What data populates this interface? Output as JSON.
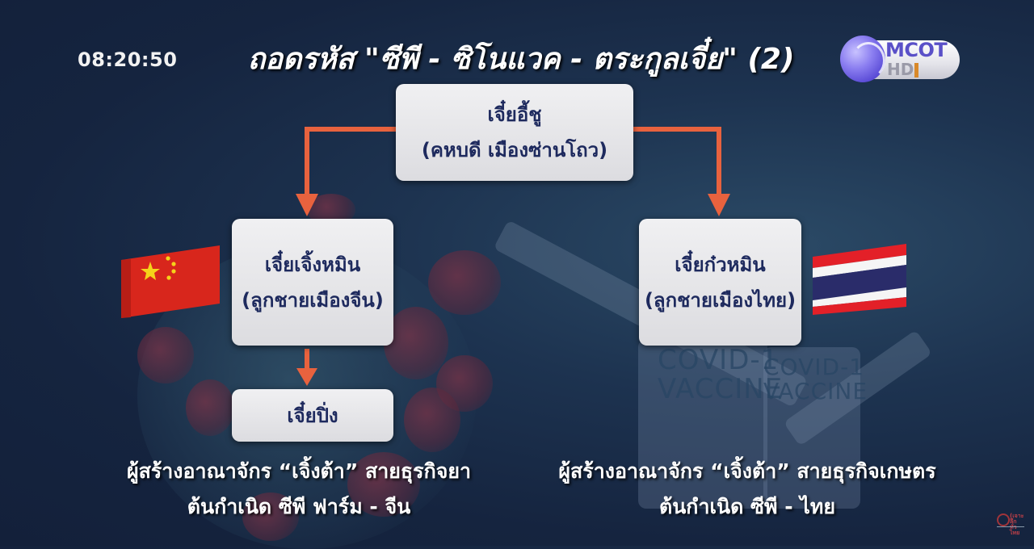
{
  "broadcast": {
    "clock": "08:20:50",
    "title": "ถอดรหัส \"ซีพี - ซิโนแวค - ตระกูลเจี๋ย\" (2)",
    "channel_logo": {
      "line1": "MCOT",
      "line2": "HD",
      "brand_color": "#5a50c8"
    },
    "watermark": {
      "text_line1": "(เจาะลึก",
      "text_line2": "ทั่วไทย"
    }
  },
  "diagram": {
    "nodes": {
      "root": {
        "line1": "เจี๋ยอี้ชู",
        "line2": "(คหบดี เมืองซ่านโถว)"
      },
      "china_son": {
        "line1": "เจี๋ยเจิ้งหมิน",
        "line2": "(ลูกชายเมืองจีน)"
      },
      "thai_son": {
        "line1": "เจี๋ยก๋วหมิน",
        "line2": "(ลูกชายเมืองไทย)"
      },
      "grandson": {
        "line1": "เจี๋ยปิ่ง"
      }
    },
    "edges": [
      {
        "from": "root",
        "to": "china_son"
      },
      {
        "from": "root",
        "to": "thai_son"
      },
      {
        "from": "china_son",
        "to": "grandson"
      }
    ],
    "arrow_color": "#e8623e",
    "flags": {
      "left": "china-flag",
      "right": "thailand-flag"
    },
    "captions": {
      "left": {
        "line1": "ผู้สร้างอาณาจักร “เจิ้งต้า” สายธุรกิจยา",
        "line2": "ต้นกำเนิด ซีพี ฟาร์ม - จีน"
      },
      "right": {
        "line1": "ผู้สร้างอาณาจักร “เจิ้งต้า” สายธุรกิจเกษตร",
        "line2": "ต้นกำเนิด ซีพี - ไทย"
      }
    }
  },
  "background": {
    "vial_label_1": "COVID-1\nVACCINE",
    "vial_label_2": "COVID-1\nVACCINE"
  }
}
